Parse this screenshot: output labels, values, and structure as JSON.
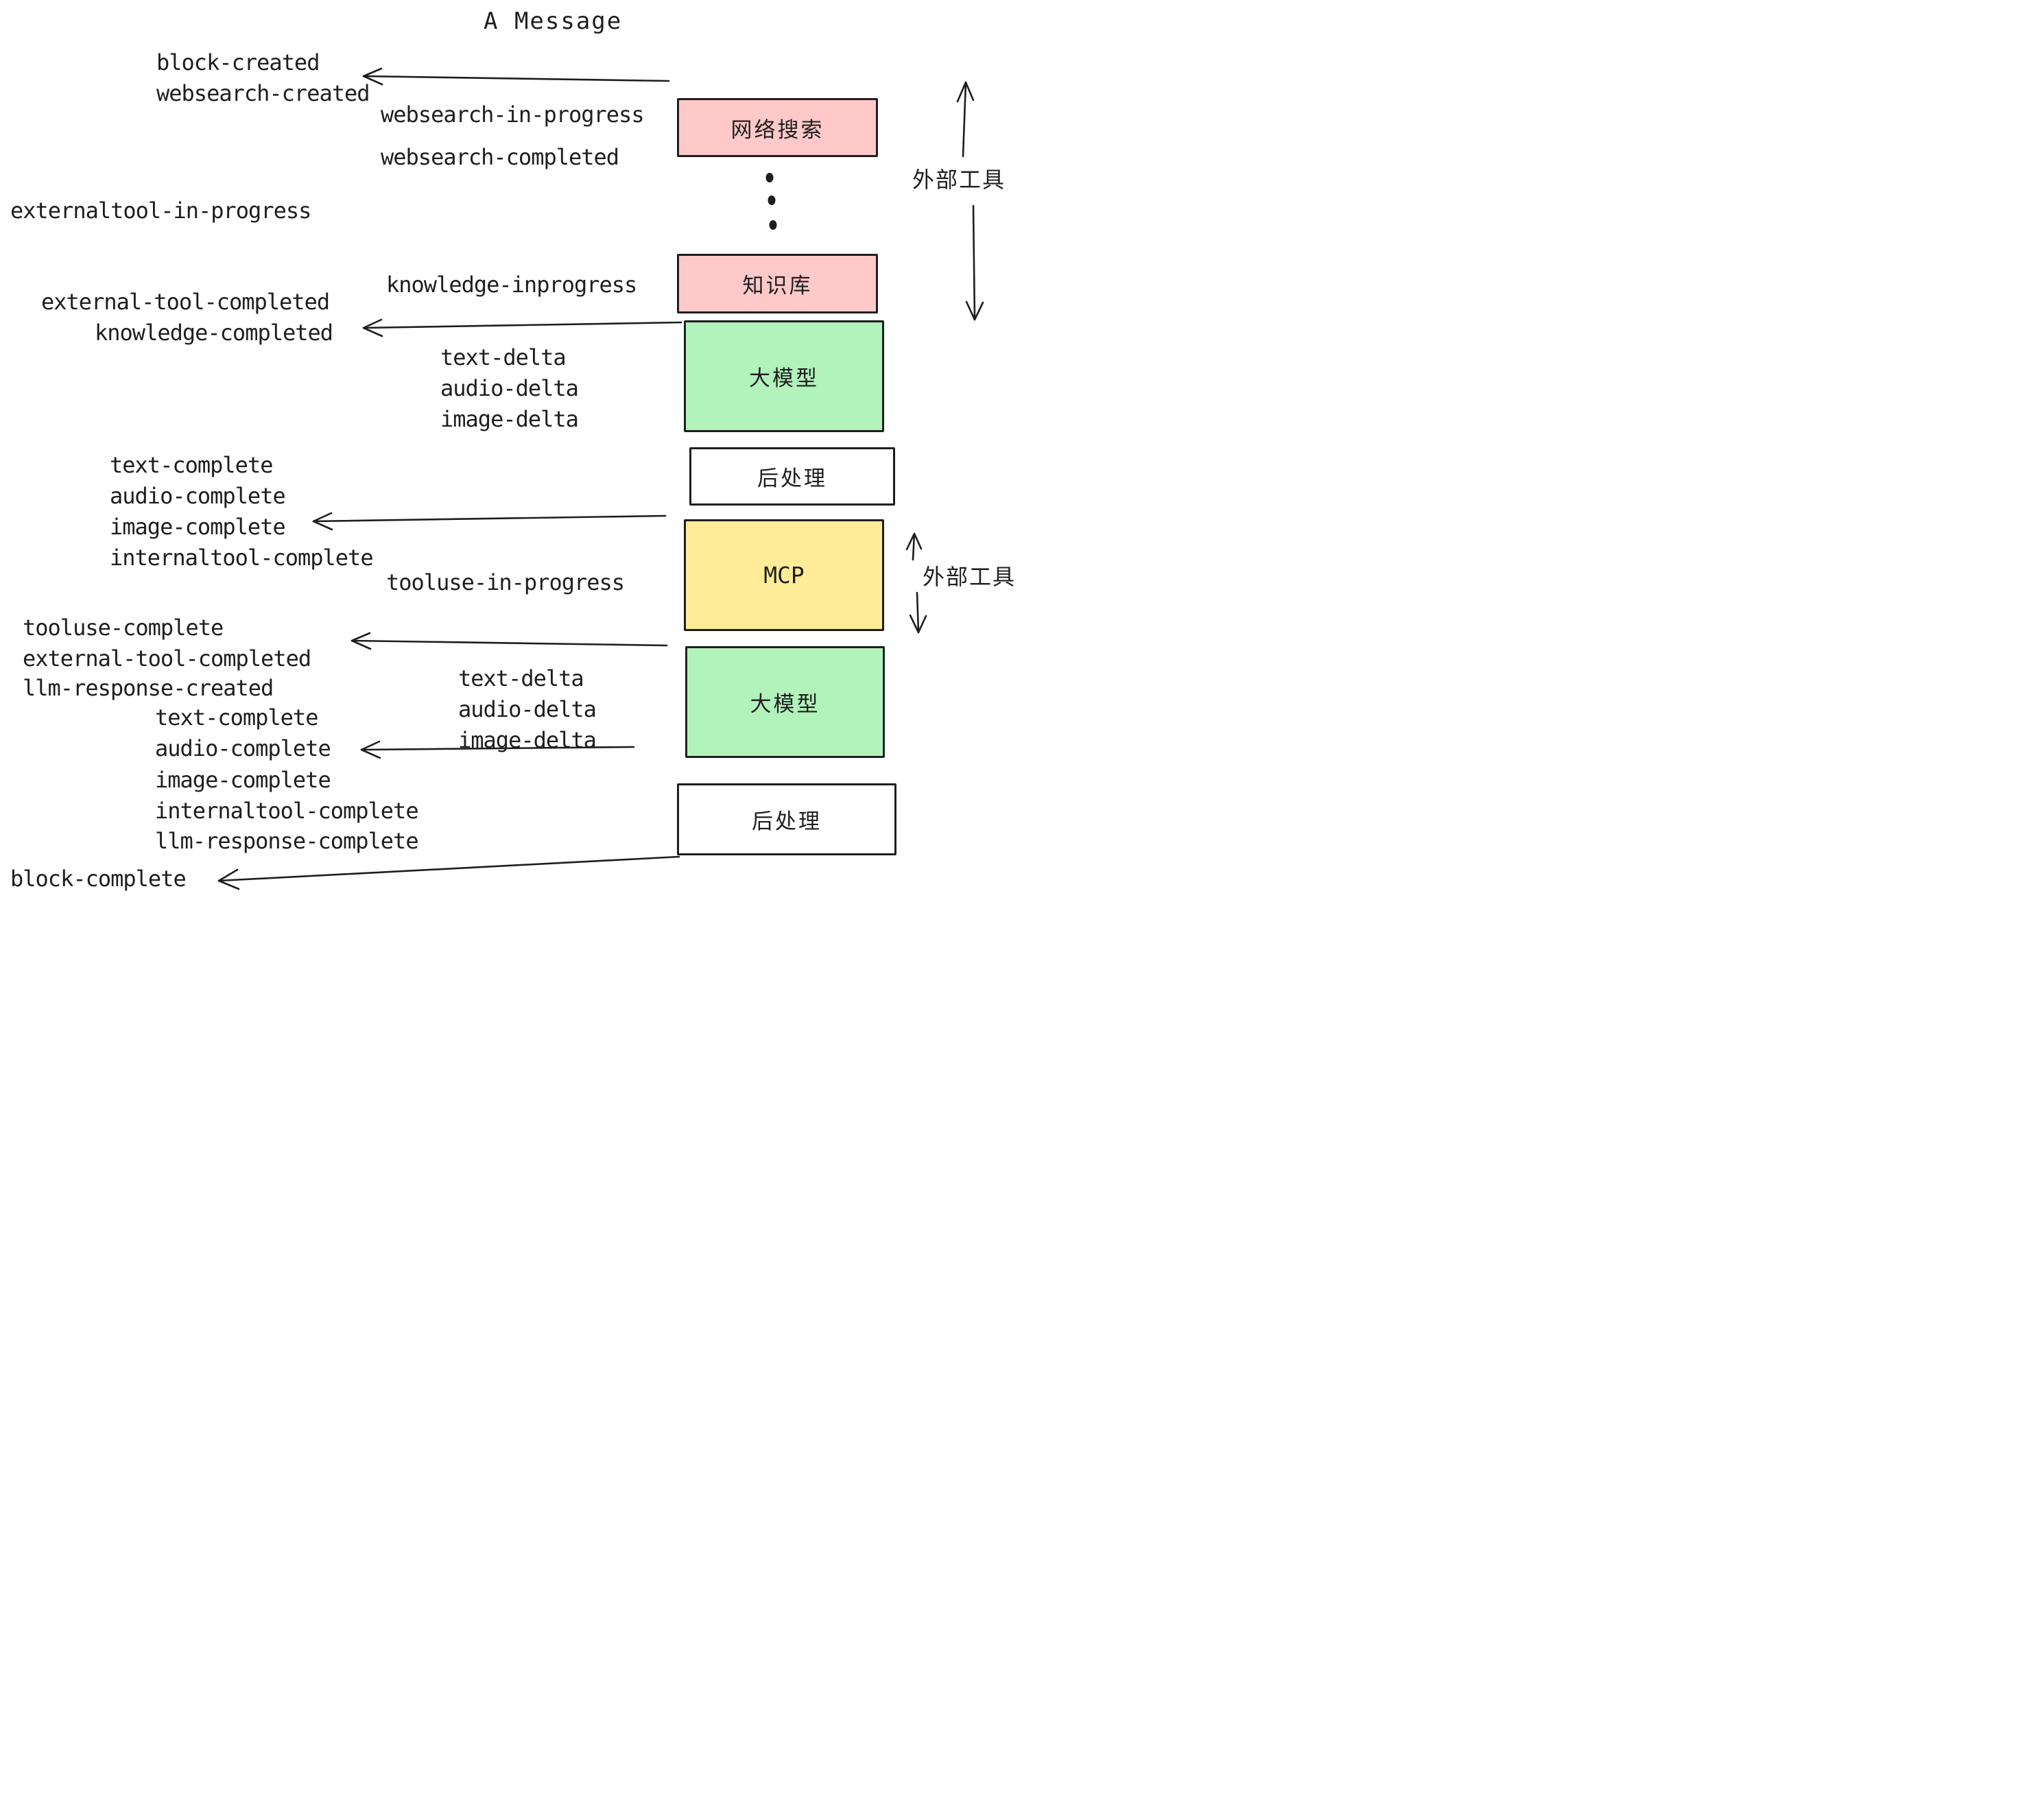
{
  "title": "A Message",
  "colors": {
    "pink": "#ffc9c9",
    "green": "#b2f2bb",
    "yellow": "#ffec99",
    "box_stroke": "#1e1e1e",
    "text": "#1e1e1e",
    "background": "#ffffff"
  },
  "boxes": {
    "websearch": {
      "label": "网络搜索"
    },
    "knowledge": {
      "label": "知识库"
    },
    "llm1": {
      "label": "大模型"
    },
    "post1": {
      "label": "后处理"
    },
    "mcp": {
      "label": "MCP"
    },
    "llm2": {
      "label": "大模型"
    },
    "post2": {
      "label": "后处理"
    }
  },
  "side_labels": {
    "external_tools_top": "外部工具",
    "external_tools_bottom": "外部工具"
  },
  "events": {
    "block_created": "block-created",
    "websearch_created": "websearch-created",
    "websearch_in_progress": "websearch-in-progress",
    "websearch_completed": "websearch-completed",
    "externaltool_in_progress": "externaltool-in-progress",
    "knowledge_inprogress": "knowledge-inprogress",
    "external_tool_completed_1": "external-tool-completed",
    "knowledge_completed": "knowledge-completed",
    "text_delta_1": "text-delta",
    "audio_delta_1": "audio-delta",
    "image_delta_1": "image-delta",
    "text_complete_1": "text-complete",
    "audio_complete_1": "audio-complete",
    "image_complete_1": "image-complete",
    "internaltool_complete_1": "internaltool-complete",
    "tooluse_in_progress": "tooluse-in-progress",
    "tooluse_complete": "tooluse-complete",
    "external_tool_completed_2": "external-tool-completed",
    "llm_response_created": "llm-response-created",
    "text_complete_2": "text-complete",
    "audio_complete_2": "audio-complete",
    "image_complete_2": "image-complete",
    "internaltool_complete_2": "internaltool-complete",
    "llm_response_complete": "llm-response-complete",
    "block_complete": "block-complete"
  }
}
